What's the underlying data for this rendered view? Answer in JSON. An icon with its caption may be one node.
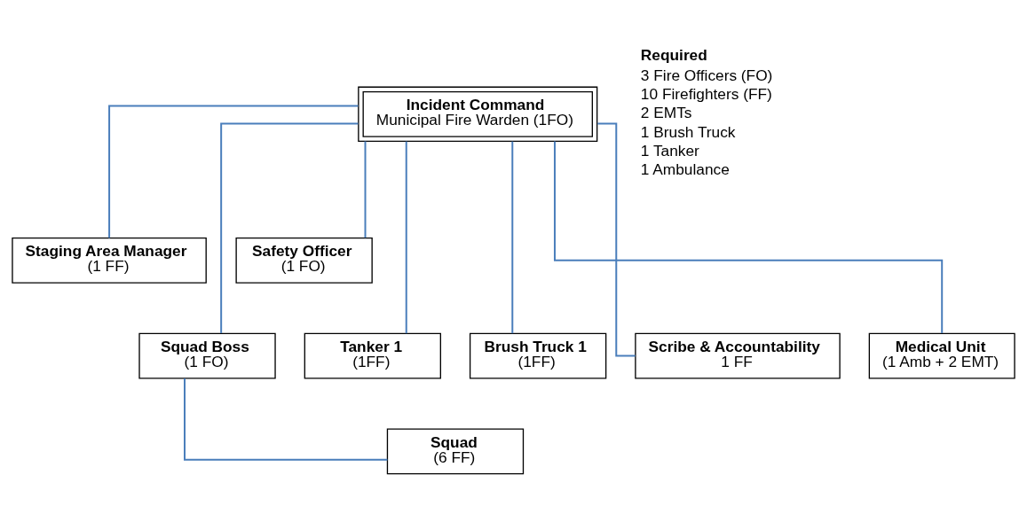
{
  "diagram": {
    "nodes": [
      {
        "text": [
          "Incident Command",
          "Municipal Fire Warden (1FO)"
        ]
      },
      {
        "text": [
          "Staging Area Manager",
          "(1 FF)"
        ]
      },
      {
        "text": [
          "Safety Officer",
          "(1 FO)"
        ]
      },
      {
        "text": [
          "Tanker 1",
          "(1FF)"
        ]
      },
      {
        "text": [
          "Brush Truck 1",
          "(1FF)"
        ]
      },
      {
        "text": [
          "Squad Boss",
          "(1 FO)"
        ]
      },
      {
        "text": [
          "Scribe & Accountability",
          "1 FF"
        ]
      },
      {
        "text": [
          "Medical Unit",
          "(1 Amb + 2 EMT)"
        ]
      },
      {
        "text": [
          "Squad",
          "(6 FF)"
        ]
      }
    ],
    "edges": [
      {
        "from": 0,
        "to": 1,
        "arrow": "none"
      },
      {
        "from": 0,
        "to": 2,
        "arrow": "none"
      },
      {
        "from": 0,
        "to": 3,
        "arrow": "none"
      },
      {
        "from": 0,
        "to": 4,
        "arrow": "none"
      },
      {
        "from": 0,
        "to": 5,
        "arrow": "none"
      },
      {
        "from": 0,
        "to": 6,
        "arrow": "none"
      },
      {
        "from": 0,
        "to": 7,
        "arrow": "none"
      },
      {
        "from": 5,
        "to": 8,
        "arrow": "none"
      }
    ],
    "labels": [
      "Required",
      "3 Fire Officers (FO)",
      "10 Firefighters (FF)",
      "2 EMTs",
      "1 Brush Truck",
      "1 Tanker",
      "1 Ambulance"
    ]
  }
}
